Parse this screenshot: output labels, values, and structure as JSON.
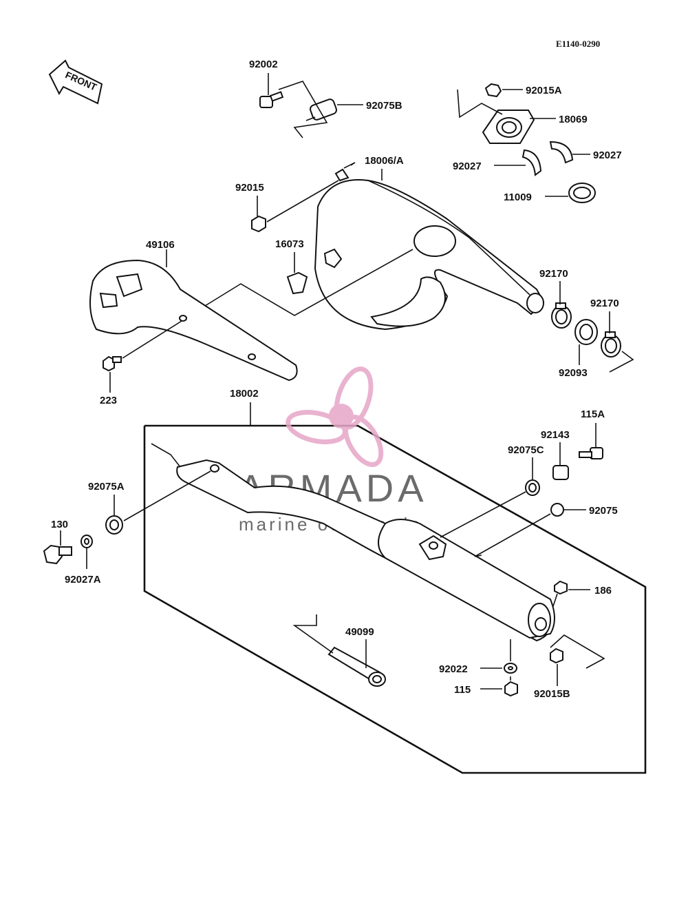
{
  "diagram_code": "E1140-0290",
  "front_label": "FRONT",
  "watermark": {
    "brand": "ARMADA",
    "tagline": "marine outboards",
    "color_pink": "#e6a6c8",
    "color_gray": "#6b6b6b"
  },
  "parts": {
    "p92002": "92002",
    "p92075B": "92075B",
    "p92015A": "92015A",
    "p18069": "18069",
    "p92027_left": "92027",
    "p92027_right": "92027",
    "p18006": "18006/A",
    "p11009": "11009",
    "p92015": "92015",
    "p16073": "16073",
    "p49106": "49106",
    "p92170_left": "92170",
    "p92170_right": "92170",
    "p92093": "92093",
    "p223": "223",
    "p18002": "18002",
    "p115A": "115A",
    "p92143": "92143",
    "p92075C": "92075C",
    "p92075A": "92075A",
    "p92075": "92075",
    "p130": "130",
    "p92027A": "92027A",
    "p186": "186",
    "p49099": "49099",
    "p92022": "92022",
    "p115": "115",
    "p92015B": "92015B"
  }
}
